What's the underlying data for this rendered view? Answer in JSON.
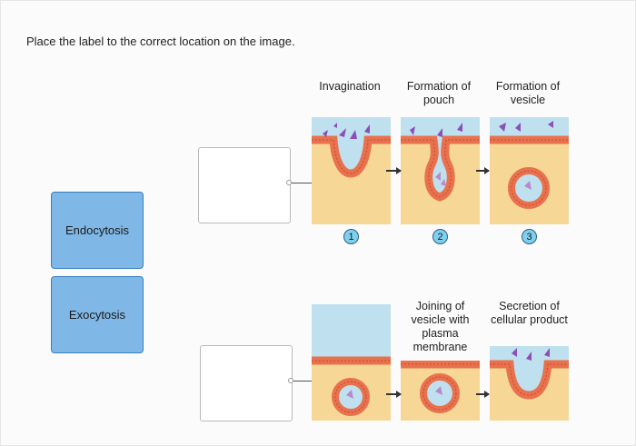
{
  "question": "Place the label to the correct location on the image.",
  "labels": [
    {
      "text": "Endocytosis"
    },
    {
      "text": "Exocytosis"
    }
  ],
  "endocytosis": {
    "headers": [
      "Invagination",
      "Formation of pouch",
      "Formation of vesicle"
    ],
    "steps": [
      "1",
      "2",
      "3"
    ]
  },
  "exocytosis": {
    "headers": [
      "Joining of vesicle with plasma membrane",
      "Secretion of cellular product"
    ]
  },
  "colors": {
    "label_fill": "#7fb8e6",
    "label_border": "#3a7fbf",
    "membrane": "#e8714e",
    "extracellular": "#bfe0ef",
    "cytoplasm": "#f6d796",
    "particles": "#8a4fb8",
    "step_badge": "#7fd0ee"
  }
}
